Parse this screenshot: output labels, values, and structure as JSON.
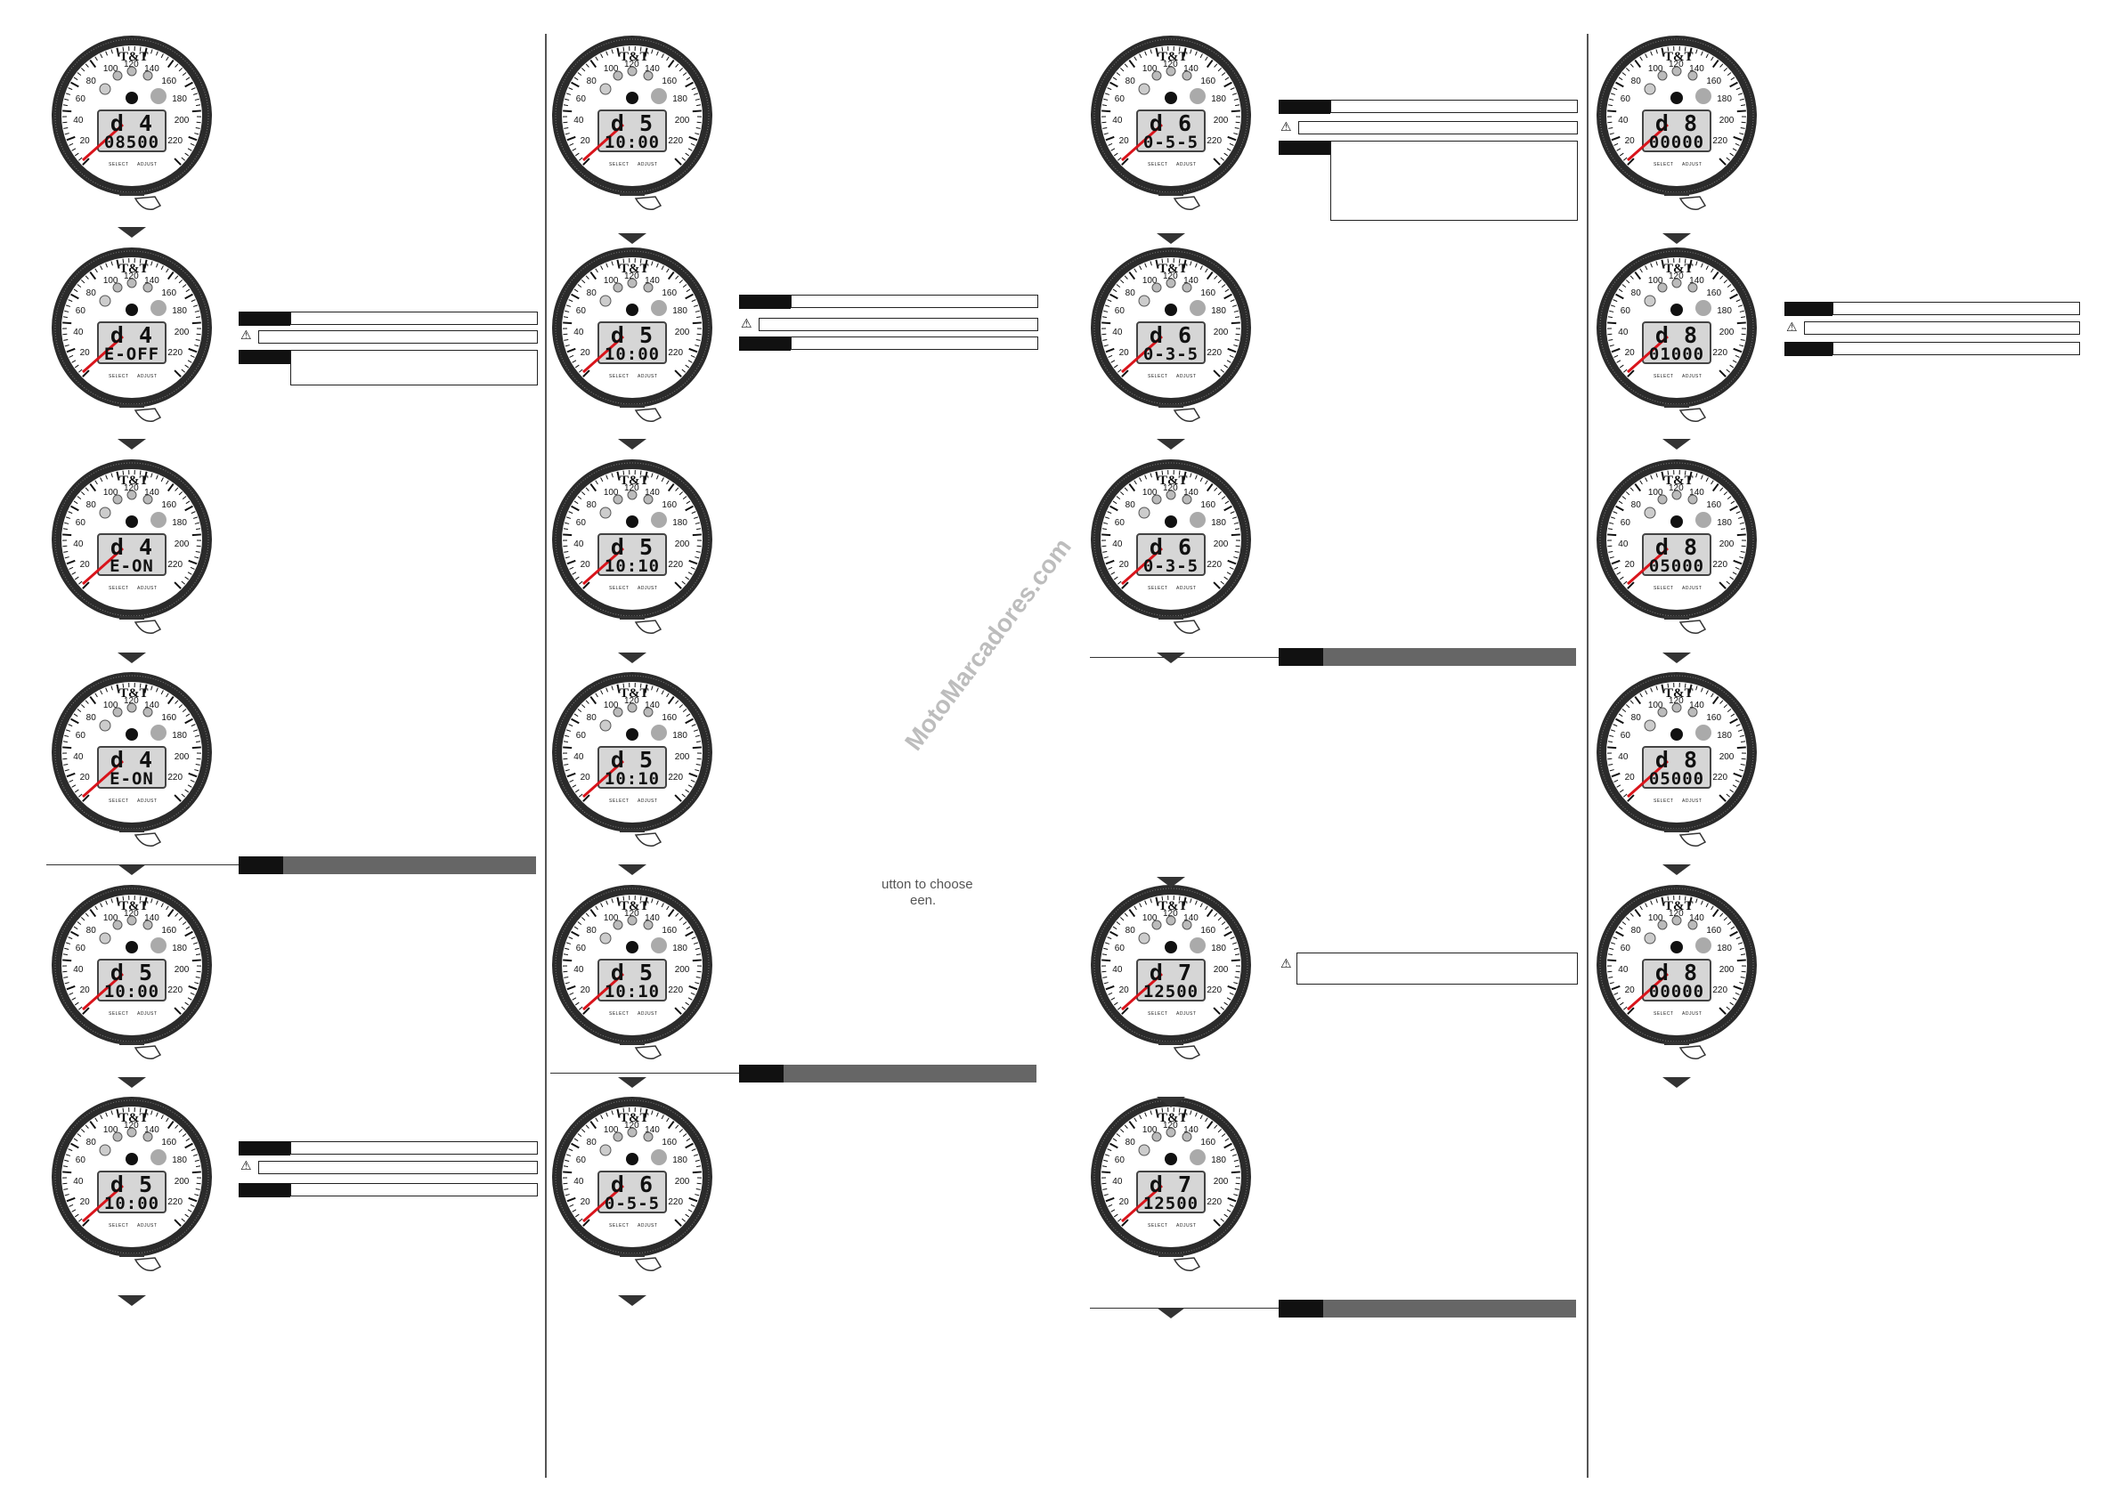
{
  "brand": "T&T",
  "speed_labels": [
    "20",
    "40",
    "60",
    "80",
    "100",
    "120",
    "140",
    "160",
    "180",
    "200",
    "220"
  ],
  "button_labels": {
    "left": "SELECT",
    "right": "ADJUST"
  },
  "watermark": "MotoMarcadores.com",
  "fragment_text": {
    "line1": "utton to choose",
    "line2": "een."
  },
  "gauges": [
    {
      "top": "d 4",
      "bottom": "08500",
      "col": 0,
      "row": 0
    },
    {
      "top": "d 4",
      "bottom": "E-OFF",
      "col": 0,
      "row": 1
    },
    {
      "top": "d 4",
      "bottom": "E-ON",
      "col": 0,
      "row": 2
    },
    {
      "top": "d 4",
      "bottom": "E-ON",
      "col": 0,
      "row": 3
    },
    {
      "top": "d 5",
      "bottom": "10:00",
      "col": 0,
      "row": 4
    },
    {
      "top": "d 5",
      "bottom": "10:00",
      "col": 0,
      "row": 5
    },
    {
      "top": "d 5",
      "bottom": "10:00",
      "col": 1,
      "row": 0
    },
    {
      "top": "d 5",
      "bottom": "10:00",
      "col": 1,
      "row": 1
    },
    {
      "top": "d 5",
      "bottom": "10:10",
      "col": 1,
      "row": 2
    },
    {
      "top": "d 5",
      "bottom": "10:10",
      "col": 1,
      "row": 3
    },
    {
      "top": "d 5",
      "bottom": "10:10",
      "col": 1,
      "row": 4
    },
    {
      "top": "d 6",
      "bottom": "0-5-5",
      "col": 1,
      "row": 5
    },
    {
      "top": "d 6",
      "bottom": "0-5-5",
      "col": 2,
      "row": 0
    },
    {
      "top": "d 6",
      "bottom": "0-3-5",
      "col": 2,
      "row": 1
    },
    {
      "top": "d 6",
      "bottom": "0-3-5",
      "col": 2,
      "row": 2
    },
    {
      "top": "d 7",
      "bottom": "12500",
      "col": 2,
      "row": 4
    },
    {
      "top": "d 7",
      "bottom": "12500",
      "col": 2,
      "row": 5
    },
    {
      "top": "d 8",
      "bottom": "00000",
      "col": 3,
      "row": 0
    },
    {
      "top": "d 8",
      "bottom": "01000",
      "col": 3,
      "row": 1
    },
    {
      "top": "d 8",
      "bottom": "05000",
      "col": 3,
      "row": 2
    },
    {
      "top": "d 8",
      "bottom": "05000",
      "col": 3,
      "row": 3
    },
    {
      "top": "d 8",
      "bottom": "00000",
      "col": 3,
      "row": 4
    }
  ]
}
